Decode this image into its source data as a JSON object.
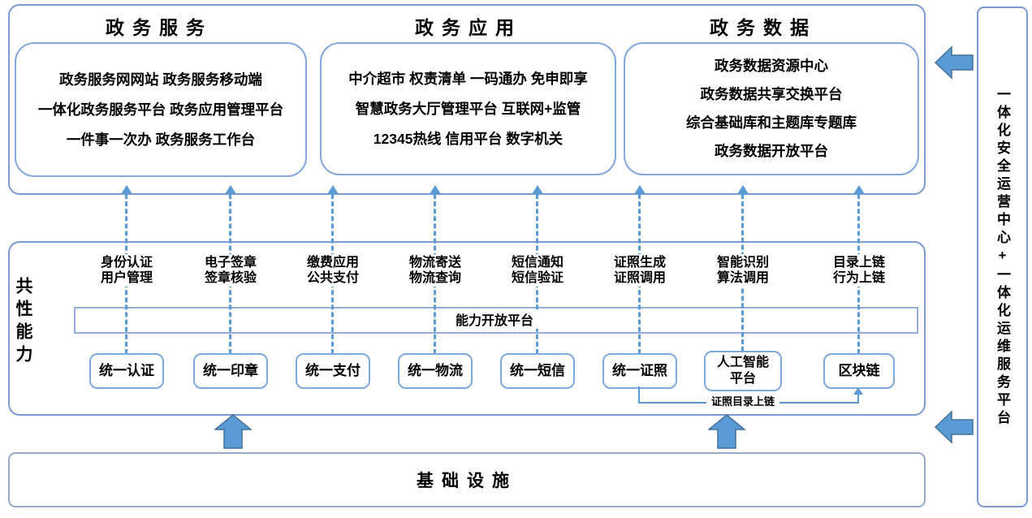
{
  "colors": {
    "accent": "#5b9bd5",
    "arrow_border": "#41719c",
    "panel_border": "#7c9ad0",
    "inner_border": "#84a9dc"
  },
  "top_sections": [
    {
      "title": "政务服务",
      "lines": [
        "政务服务网网站 政务服务移动端",
        "一体化政务服务平台 政务应用管理平台",
        "一件事一次办 政务服务工作台"
      ]
    },
    {
      "title": "政务应用",
      "lines": [
        "中介超市 权责清单 一码通办 免申即享",
        "智慧政务大厅管理平台 互联网+监管",
        "12345热线 信用平台 数字机关"
      ]
    },
    {
      "title": "政务数据",
      "lines": [
        "政务数据资源中心",
        "政务数据共享交换平台",
        "综合基础库和主题库专题库",
        "政务数据开放平台"
      ]
    }
  ],
  "common_capabilities": {
    "label": "共性能力",
    "platform_bar": "能力开放平台",
    "columns": [
      {
        "capability": [
          "身份认证",
          "用户管理"
        ],
        "platform": "统一认证"
      },
      {
        "capability": [
          "电子签章",
          "签章核验"
        ],
        "platform": "统一印章"
      },
      {
        "capability": [
          "缴费应用",
          "公共支付"
        ],
        "platform": "统一支付"
      },
      {
        "capability": [
          "物流寄送",
          "物流查询"
        ],
        "platform": "统一物流"
      },
      {
        "capability": [
          "短信通知",
          "短信验证"
        ],
        "platform": "统一短信"
      },
      {
        "capability": [
          "证照生成",
          "证照调用"
        ],
        "platform": "统一证照"
      },
      {
        "capability": [
          "智能识别",
          "算法调用"
        ],
        "platform": [
          "人工智能",
          "平台"
        ]
      },
      {
        "capability": [
          "目录上链",
          "行为上链"
        ],
        "platform": "区块链"
      }
    ],
    "connector_label": "证照目录上链"
  },
  "infrastructure": {
    "label": "基础设施"
  },
  "side_bar": {
    "label": "一体化安全运营中心+一体化运维服务平台"
  }
}
